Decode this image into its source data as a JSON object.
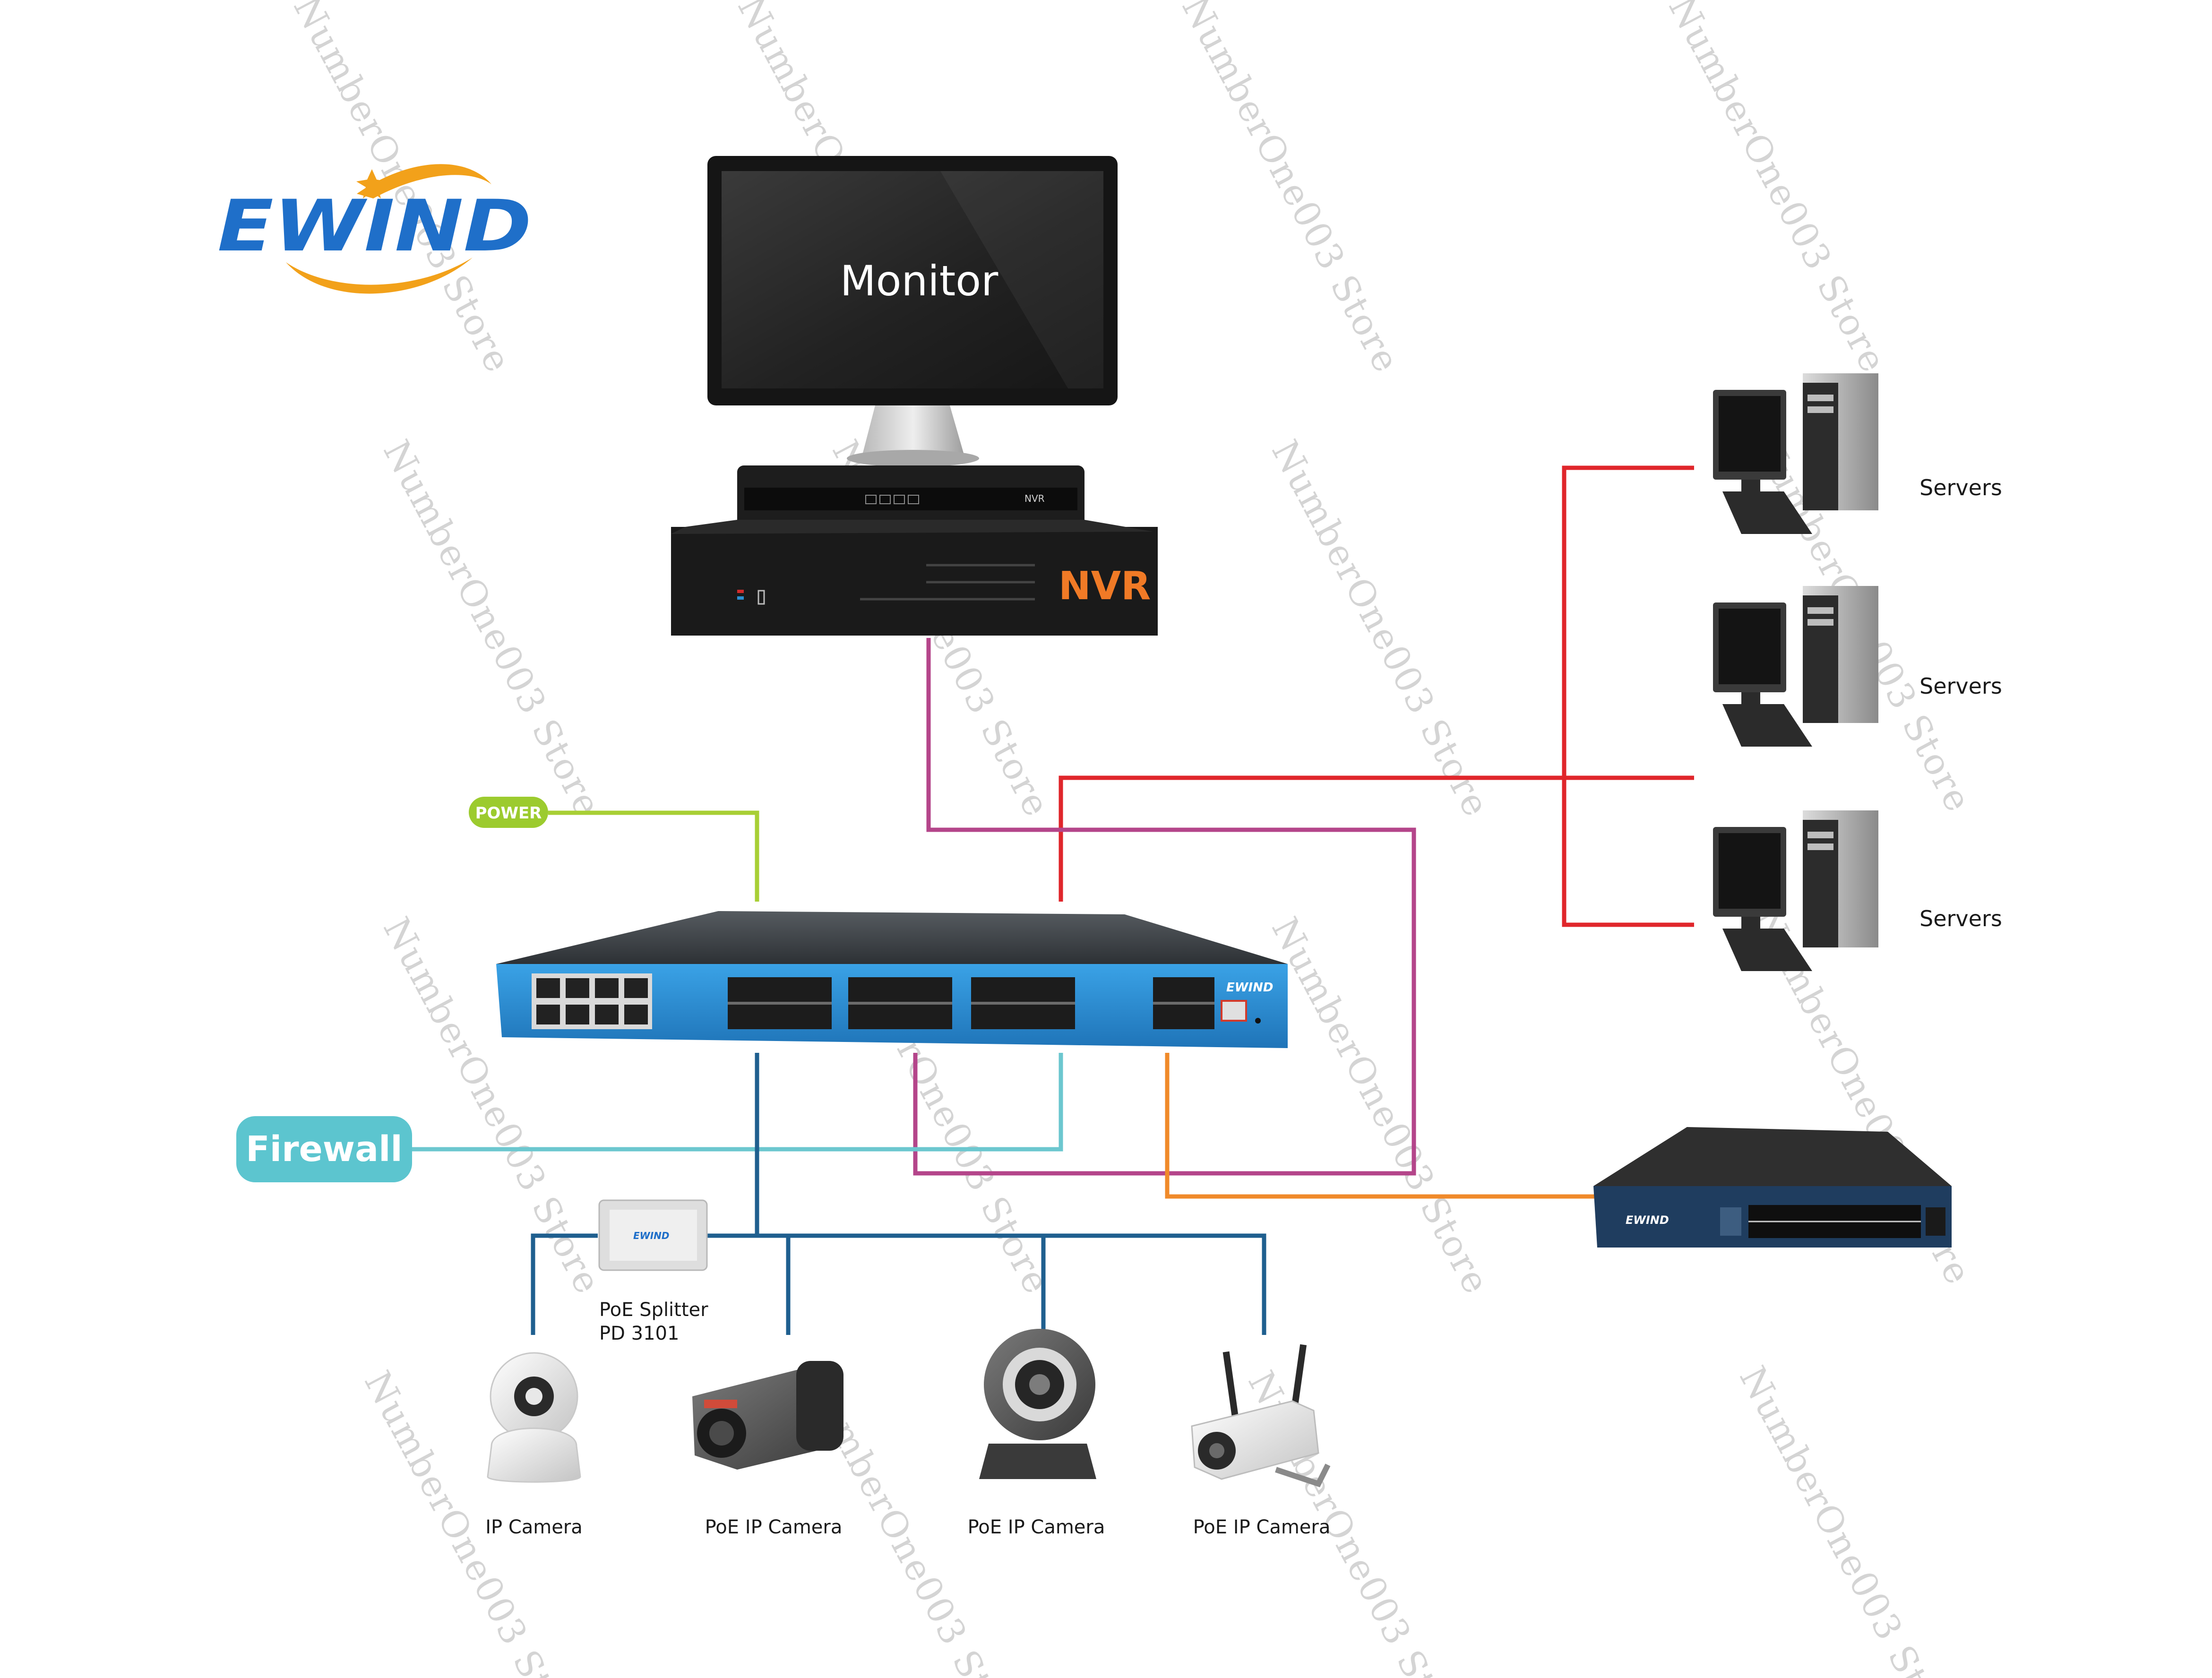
{
  "brand": {
    "logo_text": "EWIND",
    "color_blue": "#1f6fc9",
    "color_orange": "#f2a11a"
  },
  "monitor": {
    "label": "Monitor"
  },
  "nvr": {
    "label": "NVR",
    "small_label": "NVR",
    "label_color": "#f07a26"
  },
  "servers": [
    {
      "label": "Servers"
    },
    {
      "label": "Servers"
    },
    {
      "label": "Servers"
    }
  ],
  "power": {
    "label": "POWER",
    "color": "#9ccb2e"
  },
  "firewall": {
    "label": "Firewall",
    "color": "#5cc5cf"
  },
  "main_switch": {
    "brand": "EWIND",
    "color": "#2f8fd6"
  },
  "poe_switch": {
    "brand": "EWIND"
  },
  "splitter": {
    "brand": "EWIND",
    "label_line1": "PoE Splitter",
    "label_line2": "PD 3101"
  },
  "cameras": [
    {
      "label": "IP Camera"
    },
    {
      "label": "PoE IP Camera"
    },
    {
      "label": "PoE IP Camera"
    },
    {
      "label": "PoE IP Camera"
    }
  ],
  "link_colors": {
    "servers": "#e0262b",
    "nvr": "#b4458a",
    "power": "#a8cf35",
    "firewall": "#6cc7cf",
    "poe_switch": "#f08a2a",
    "cameras": "#1f5f8f"
  },
  "watermark": "NumberOne003 Store"
}
